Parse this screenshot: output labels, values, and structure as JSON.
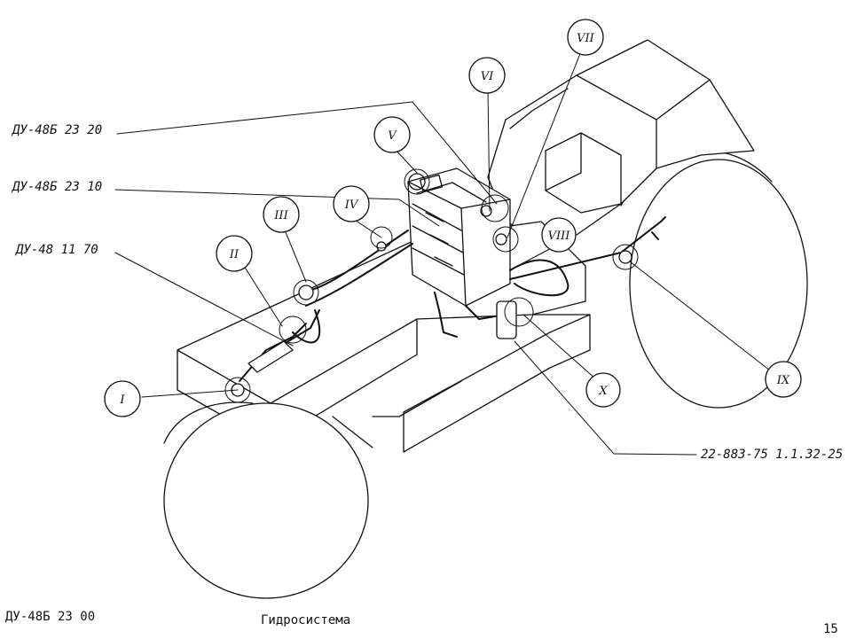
{
  "labels": {
    "l1": "ДУ-48Б 23 20",
    "l2": "ДУ-48Б 23 10",
    "l3": "ДУ-48 11 70",
    "l4": "22-883-75 1.1.32-25"
  },
  "callouts": [
    "I",
    "II",
    "III",
    "IV",
    "V",
    "VI",
    "VII",
    "VIII",
    "IX",
    "X"
  ],
  "footer": {
    "doc_code": "ДУ-48Б 23 00",
    "title": "Гидросистема",
    "page": "15"
  }
}
